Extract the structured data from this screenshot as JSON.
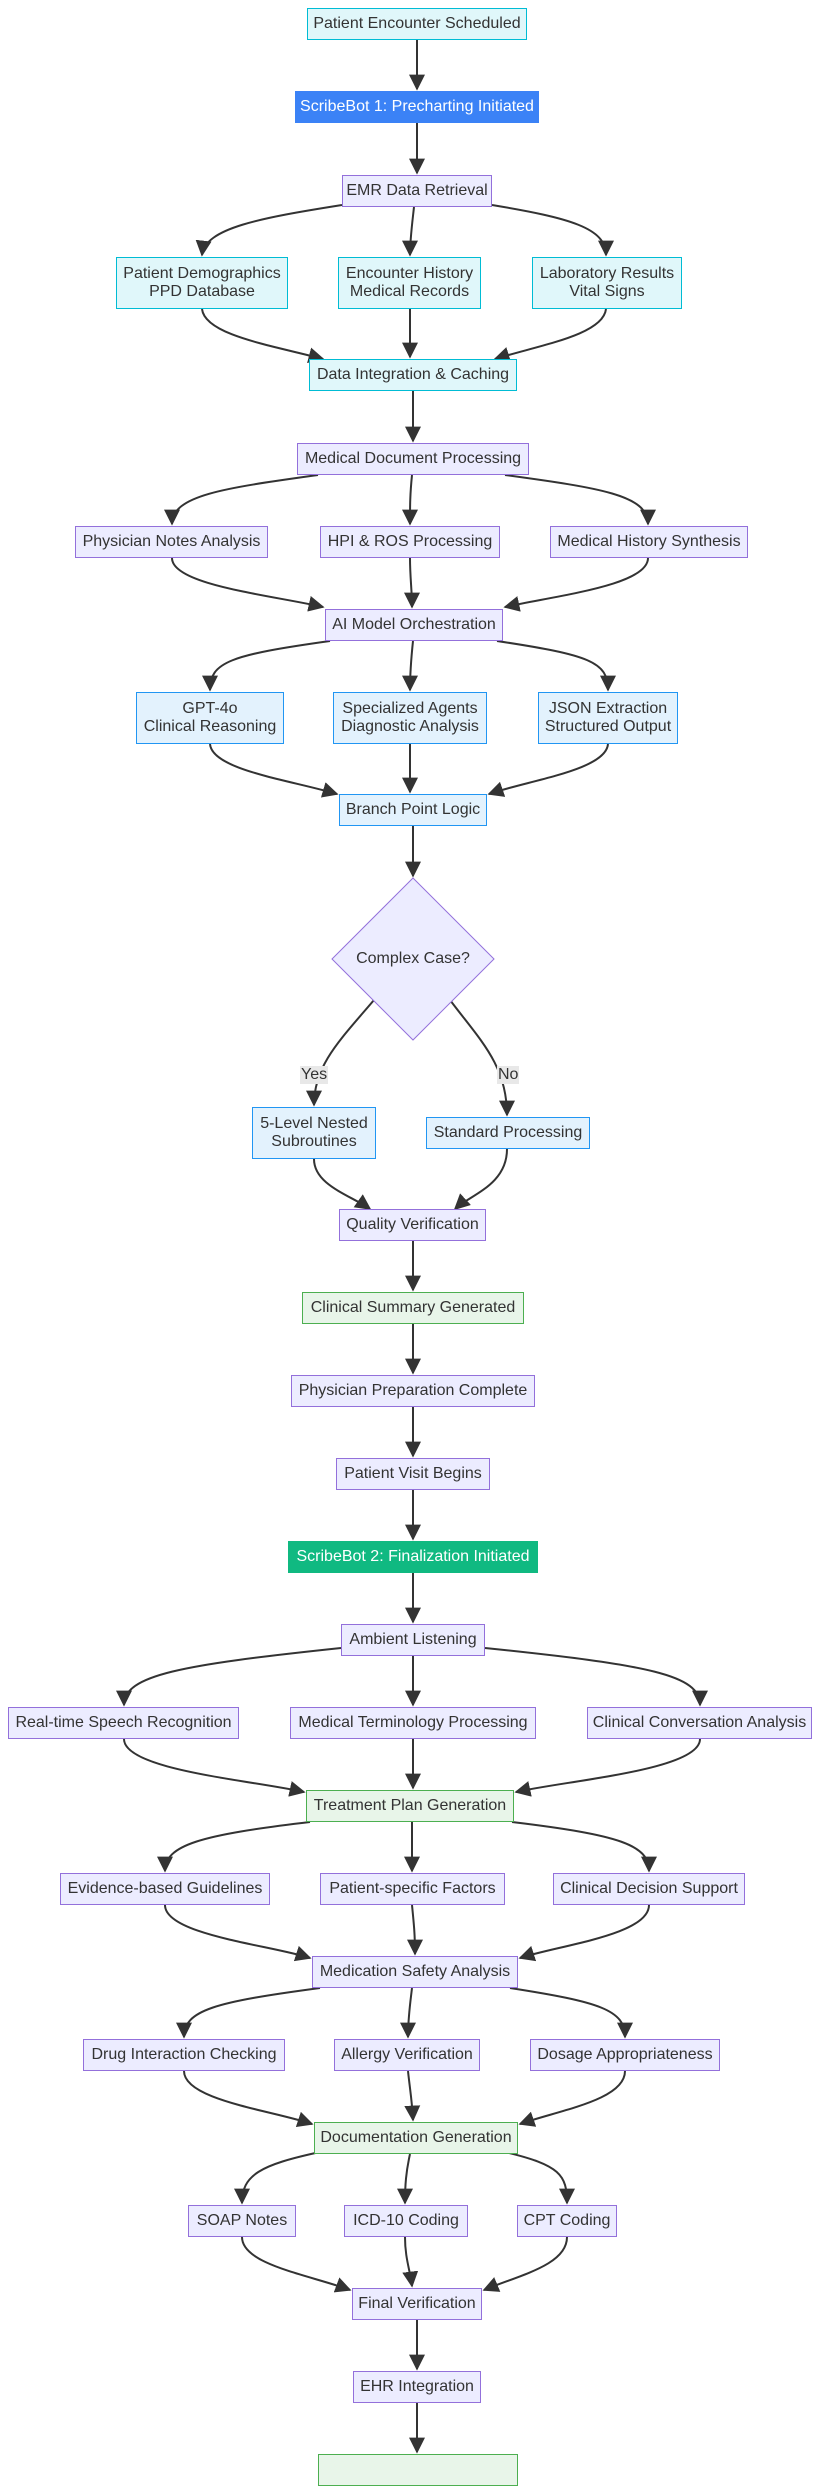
{
  "colors": {
    "default_fill": "#ececff",
    "default_stroke": "#9370db",
    "data_fill": "#e0f7fa",
    "data_stroke": "#00bcd4",
    "ai_fill": "#e3f2fd",
    "ai_stroke": "#2196f3",
    "output_fill": "#e8f5e9",
    "output_stroke": "#4caf50",
    "scribebot1": "#3b82f6",
    "scribebot2": "#10b981",
    "edge": "#333333"
  },
  "nodes": {
    "start": "Patient Encounter Scheduled",
    "sb1": "ScribeBot 1: Precharting Initiated",
    "emr": "EMR Data Retrieval",
    "demographics": [
      "Patient Demographics",
      "PPD Database"
    ],
    "history": [
      "Encounter History",
      "Medical Records"
    ],
    "labs": [
      "Laboratory Results",
      "Vital Signs"
    ],
    "integration": "Data Integration & Caching",
    "docproc": "Medical Document Processing",
    "notes": "Physician Notes Analysis",
    "hpi": "HPI & ROS Processing",
    "medhist": "Medical History Synthesis",
    "orchestration": "AI Model Orchestration",
    "gpt": [
      "GPT-4o",
      "Clinical Reasoning"
    ],
    "agents": [
      "Specialized Agents",
      "Diagnostic Analysis"
    ],
    "json": [
      "JSON Extraction",
      "Structured Output"
    ],
    "branch": "Branch Point Logic",
    "complex": "Complex Case?",
    "nested": [
      "5-Level Nested",
      "Subroutines"
    ],
    "standard": "Standard Processing",
    "quality": "Quality Verification",
    "summary": "Clinical Summary Generated",
    "prep": "Physician Preparation Complete",
    "visit": "Patient Visit Begins",
    "sb2": "ScribeBot 2: Finalization Initiated",
    "ambient": "Ambient Listening",
    "speech": "Real-time Speech Recognition",
    "terminology": "Medical Terminology Processing",
    "conversation": "Clinical Conversation Analysis",
    "treatment": "Treatment Plan Generation",
    "evidence": "Evidence-based Guidelines",
    "patientfactors": "Patient-specific Factors",
    "decision": "Clinical Decision Support",
    "medsafety": "Medication Safety Analysis",
    "druginteraction": "Drug Interaction Checking",
    "allergy": "Allergy Verification",
    "dosage": "Dosage Appropriateness",
    "docgen": "Documentation Generation",
    "soap": "SOAP Notes",
    "icd": "ICD-10 Coding",
    "cpt": "CPT Coding",
    "finalver": "Final Verification",
    "ehr": "EHR Integration",
    "end": ""
  },
  "edge_labels": {
    "yes": "Yes",
    "no": "No"
  }
}
